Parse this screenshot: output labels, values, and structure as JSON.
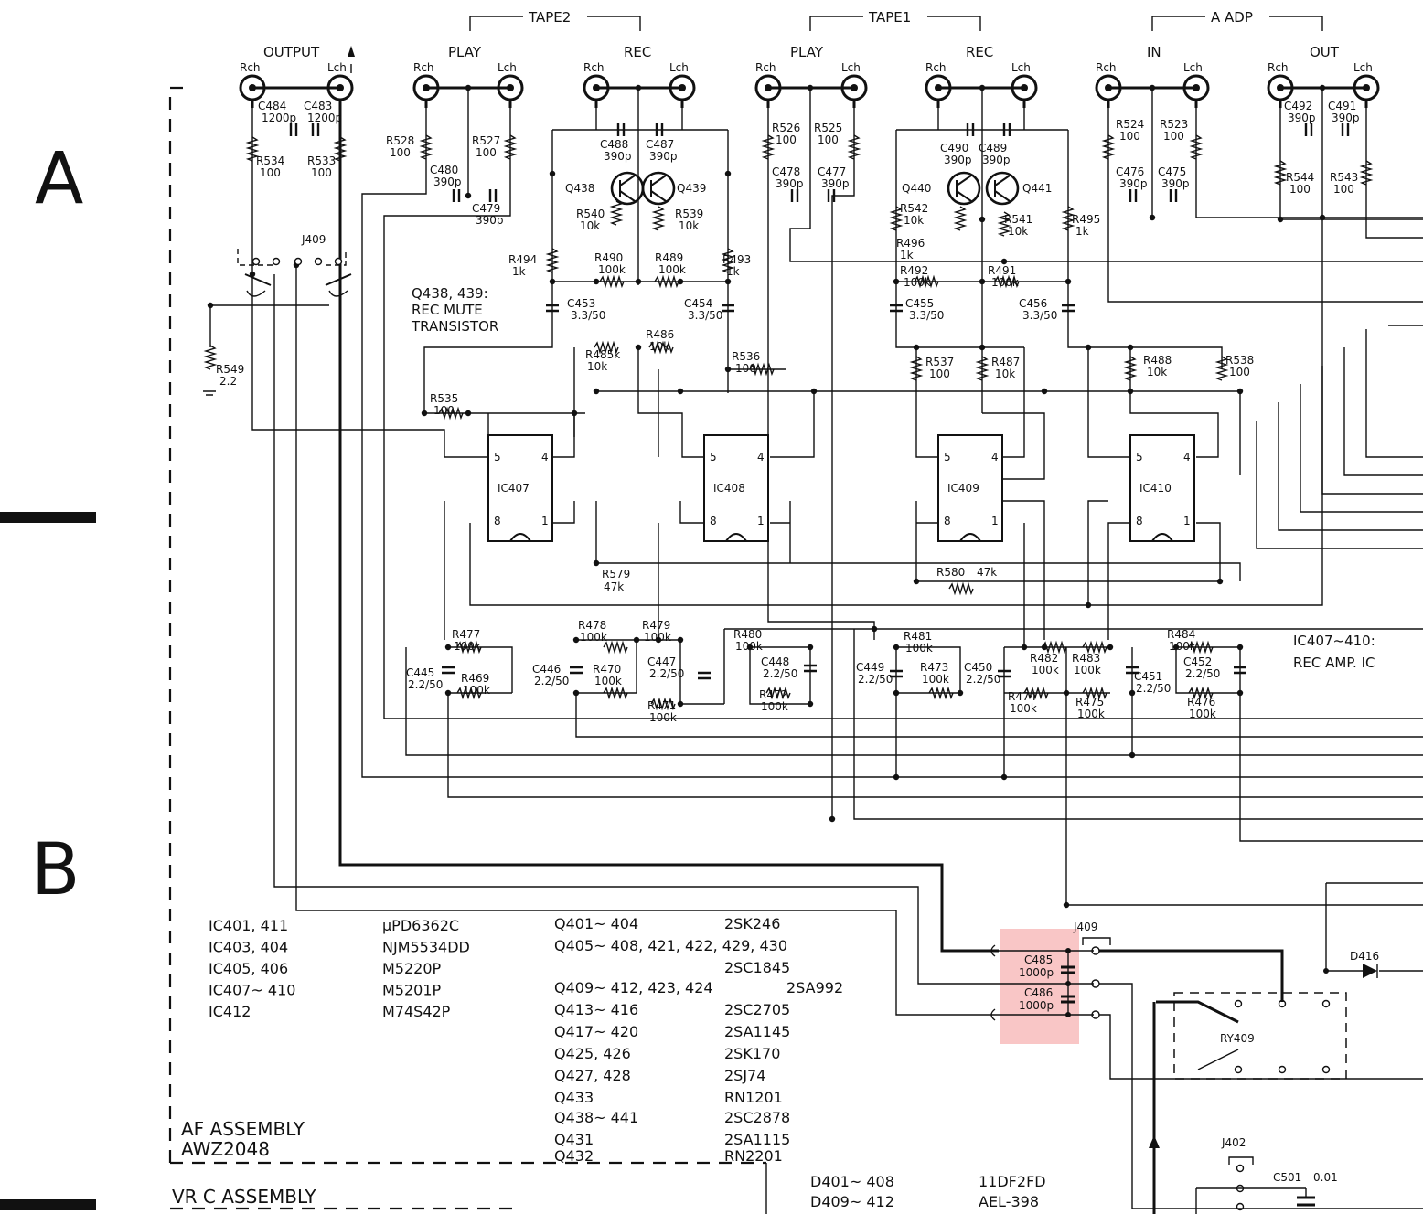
{
  "zones": [
    "A",
    "B"
  ],
  "groups": {
    "tape2": "TAPE2",
    "tape1": "TAPE1",
    "aadp": "A ADP",
    "output": "OUTPUT",
    "tape2_play": "PLAY",
    "tape2_rec": "REC",
    "tape1_play": "PLAY",
    "tape1_rec": "REC",
    "aadp_in": "IN",
    "aadp_out": "OUT"
  },
  "channels": {
    "r": "Rch",
    "l": "Lch"
  },
  "top_components": [
    [
      "C484",
      "1200p"
    ],
    [
      "C483",
      "1200p"
    ],
    [
      "R534",
      "100"
    ],
    [
      "R533",
      "100"
    ],
    [
      "R528",
      "100"
    ],
    [
      "R527",
      "100"
    ],
    [
      "C480",
      "390p"
    ],
    [
      "C479",
      "390p"
    ],
    [
      "C488",
      "390p"
    ],
    [
      "C487",
      "390p"
    ],
    [
      "Q438",
      ""
    ],
    [
      "Q439",
      ""
    ],
    [
      "R540",
      "10k"
    ],
    [
      "R539",
      "10k"
    ],
    [
      "R494",
      "1k"
    ],
    [
      "R490",
      "100k"
    ],
    [
      "R489",
      "100k"
    ],
    [
      "R493",
      "1k"
    ],
    [
      "C453",
      "3.3/50"
    ],
    [
      "C454",
      "3.3/50"
    ],
    [
      "R486",
      "10k"
    ],
    [
      "R485k",
      "10k"
    ],
    [
      "R536",
      "100"
    ],
    [
      "R535",
      "100"
    ],
    [
      "R526",
      "100"
    ],
    [
      "R525",
      "100"
    ],
    [
      "C478",
      "390p"
    ],
    [
      "C477",
      "390p"
    ],
    [
      "C490",
      "390p"
    ],
    [
      "C489",
      "390p"
    ],
    [
      "Q440",
      ""
    ],
    [
      "Q441",
      ""
    ],
    [
      "R542",
      "10k"
    ],
    [
      "R541",
      "10k"
    ],
    [
      "R496",
      "1k"
    ],
    [
      "R495",
      "1k"
    ],
    [
      "R492",
      "100k"
    ],
    [
      "R491",
      "100k"
    ],
    [
      "C455",
      "3.3/50"
    ],
    [
      "C456",
      "3.3/50"
    ],
    [
      "R537",
      "100"
    ],
    [
      "R487",
      "10k"
    ],
    [
      "R488",
      "10k"
    ],
    [
      "R538",
      "100"
    ],
    [
      "R524",
      "100"
    ],
    [
      "R523",
      "100"
    ],
    [
      "C476",
      "390p"
    ],
    [
      "C475",
      "390p"
    ],
    [
      "C492",
      "390p"
    ],
    [
      "C491",
      "390p"
    ],
    [
      "R544",
      "100"
    ],
    [
      "R543",
      "100"
    ],
    [
      "R549",
      "2.2"
    ],
    [
      "J409",
      ""
    ]
  ],
  "note_rec_mute": [
    "Q438, 439:",
    "REC MUTE",
    "TRANSISTOR"
  ],
  "ics": [
    "IC407",
    "IC408",
    "IC409",
    "IC410"
  ],
  "pins": {
    "p5": "5",
    "p4": "4",
    "p8": "8",
    "p1": "1"
  },
  "mid_components": [
    [
      "R579",
      "47k"
    ],
    [
      "R580",
      "47k"
    ]
  ],
  "bottom_components": [
    [
      "R477",
      "100k"
    ],
    [
      "R469",
      "100k"
    ],
    [
      "C445",
      "2.2/50"
    ],
    [
      "R478",
      "100k"
    ],
    [
      "R479",
      "100k"
    ],
    [
      "C446",
      "2.2/50"
    ],
    [
      "R470",
      "100k"
    ],
    [
      "C447",
      "2.2/50"
    ],
    [
      "R471",
      "100k"
    ],
    [
      "R480",
      "100k"
    ],
    [
      "C448",
      "2.2/50"
    ],
    [
      "R472",
      "100k"
    ],
    [
      "C449",
      "2.2/50"
    ],
    [
      "R481",
      "100k"
    ],
    [
      "R473",
      "100k"
    ],
    [
      "C450",
      "2.2/50"
    ],
    [
      "R482",
      "100k"
    ],
    [
      "R483",
      "100k"
    ],
    [
      "R474",
      "100k"
    ],
    [
      "R475",
      "100k"
    ],
    [
      "C451",
      "2.2/50"
    ],
    [
      "R484",
      "100k"
    ],
    [
      "C452",
      "2.2/50"
    ],
    [
      "R476",
      "100k"
    ]
  ],
  "note_rec_amp": [
    "IC407~410:",
    "REC AMP. IC"
  ],
  "parts_list_ics": [
    [
      "IC401, 411",
      "μPD6362C"
    ],
    [
      "IC403, 404",
      "NJM5534DD"
    ],
    [
      "IC405, 406",
      "M5220P"
    ],
    [
      "IC407~ 410",
      "M5201P"
    ],
    [
      "IC412",
      "M74S42P"
    ]
  ],
  "parts_list_q": [
    [
      "Q401~ 404",
      "2SK246"
    ],
    [
      "Q405~ 408, 421, 422, 429, 430",
      "2SC1845"
    ],
    [
      "Q409~ 412, 423, 424",
      "2SA992"
    ],
    [
      "Q413~ 416",
      "2SC2705"
    ],
    [
      "Q417~ 420",
      "2SA1145"
    ],
    [
      "Q425, 426",
      "2SK170"
    ],
    [
      "Q427, 428",
      "2SJ74"
    ],
    [
      "Q433",
      "RN1201"
    ],
    [
      "Q438~ 441",
      "2SC2878"
    ],
    [
      "Q431",
      "2SA1115"
    ],
    [
      "Q432",
      "RN2201"
    ]
  ],
  "parts_list_d": [
    [
      "D401~ 408",
      "11DF2FD"
    ],
    [
      "D409~ 412",
      "AEL-398"
    ]
  ],
  "highlight": {
    "c485": "C485",
    "c485v": "1000p",
    "c486": "C486",
    "c486v": "1000p"
  },
  "relay": {
    "ry": "RY409",
    "j409": "J409",
    "d416": "D416",
    "j402": "J402",
    "c501": "C501",
    "c501v": "0.01"
  },
  "assemblies": {
    "af1": "AF ASSEMBLY",
    "af2": "AWZ2048",
    "vrc": "VR C ASSEMBLY"
  },
  "colors": {
    "ink": "#111111",
    "highlight_fill": "#f7b3b3",
    "highlight_text": "#b01818"
  }
}
